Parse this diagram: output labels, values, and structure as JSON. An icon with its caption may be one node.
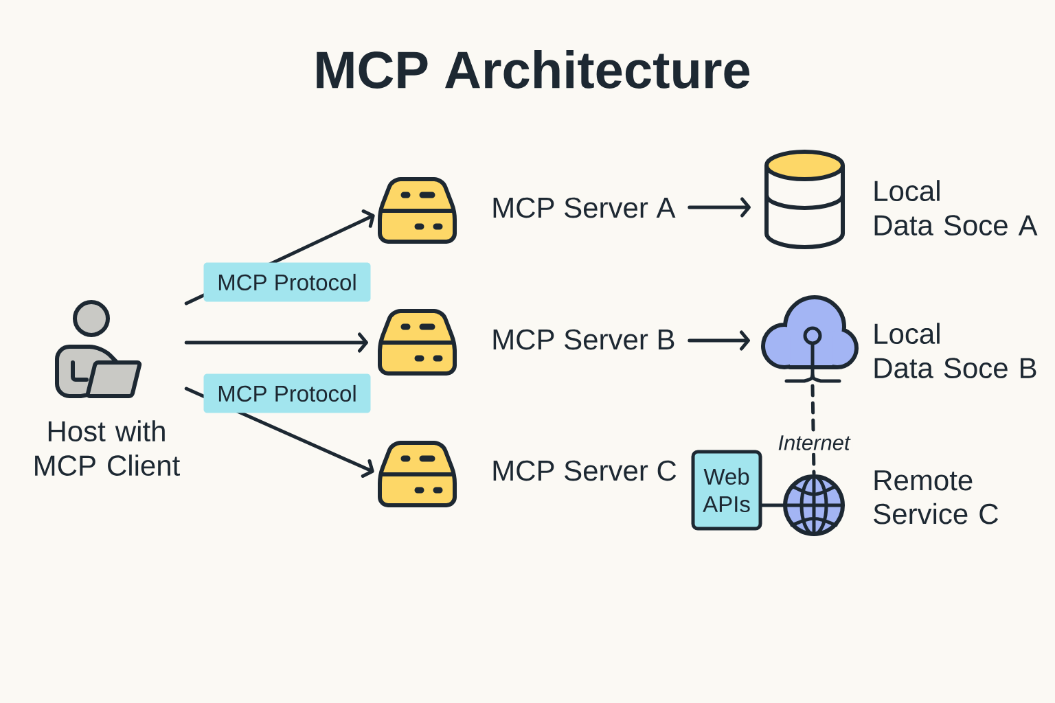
{
  "diagram": {
    "title": "MCP Architecture",
    "nodes": [
      {
        "text": [
          "Host with MCP Client"
        ]
      },
      {
        "text": [
          "MCP Server A"
        ]
      },
      {
        "text": [
          "MCP Server B"
        ]
      },
      {
        "text": [
          "MCP Server C"
        ]
      },
      {
        "text": [
          "Local Data Soce A"
        ]
      },
      {
        "text": [
          "Local Data Soce B"
        ]
      },
      {
        "text": [
          "Web APIs"
        ]
      },
      {
        "text": [
          "Remote Service C"
        ]
      }
    ],
    "edges": [
      {
        "from": 0,
        "to": 1,
        "arrow": "to",
        "label": "MCP Protocol"
      },
      {
        "from": 0,
        "to": 2,
        "arrow": "to"
      },
      {
        "from": 0,
        "to": 3,
        "arrow": "to",
        "label": "MCP Protocol"
      },
      {
        "from": 1,
        "to": 4,
        "arrow": "to"
      },
      {
        "from": 2,
        "to": 5,
        "arrow": "to"
      },
      {
        "from": 5,
        "to": 7,
        "arrow": "none",
        "style": "dashed",
        "label": "Internet"
      },
      {
        "from": 6,
        "to": 7,
        "arrow": "none"
      }
    ]
  }
}
